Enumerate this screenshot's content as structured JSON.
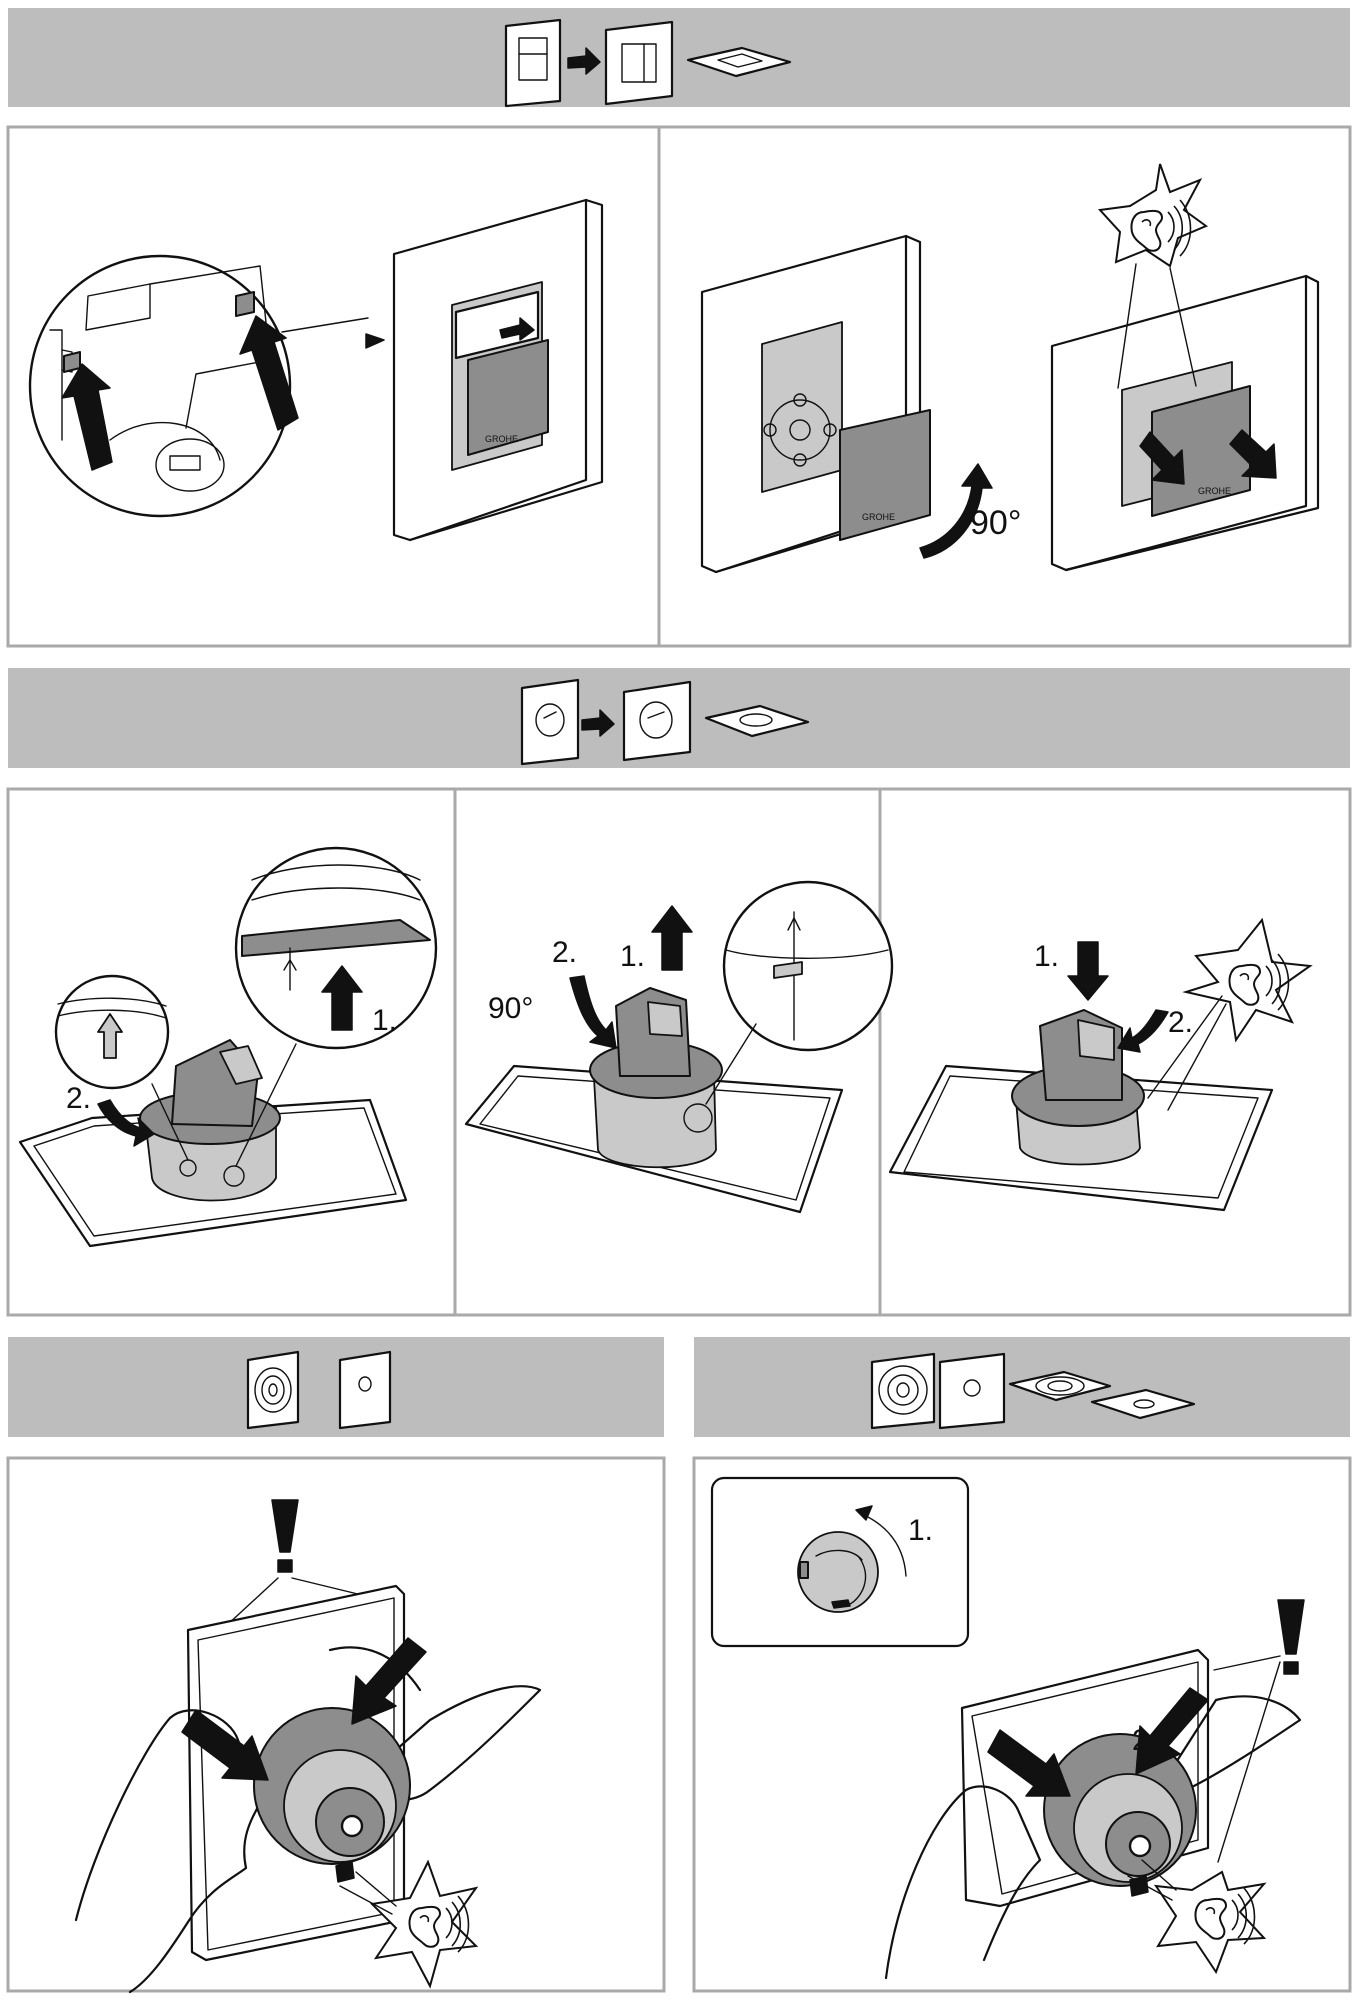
{
  "sections": {
    "square_plate": {
      "panel_left": {},
      "panel_right": {
        "angle_label": "90°"
      }
    },
    "round_plate": {
      "panel_1": {
        "step1": "1.",
        "step2": "2."
      },
      "panel_2": {
        "step1": "1.",
        "step2": "2.",
        "angle_label": "90°"
      },
      "panel_3": {
        "step1": "1.",
        "step2": "2."
      }
    },
    "concentric_plate": {
      "panel": {
        "warning": "!"
      }
    },
    "combo_plate": {
      "panel": {
        "step1": "1.",
        "step2": "2.",
        "warning": "!"
      }
    }
  },
  "icons": [
    "plate-variant-icon",
    "right-arrow-icon",
    "flat-plate-icon",
    "ear-icon",
    "star-burst-icon",
    "warning-icon",
    "rotate-arrow-icon",
    "magnifier-icon",
    "hand-icon"
  ]
}
